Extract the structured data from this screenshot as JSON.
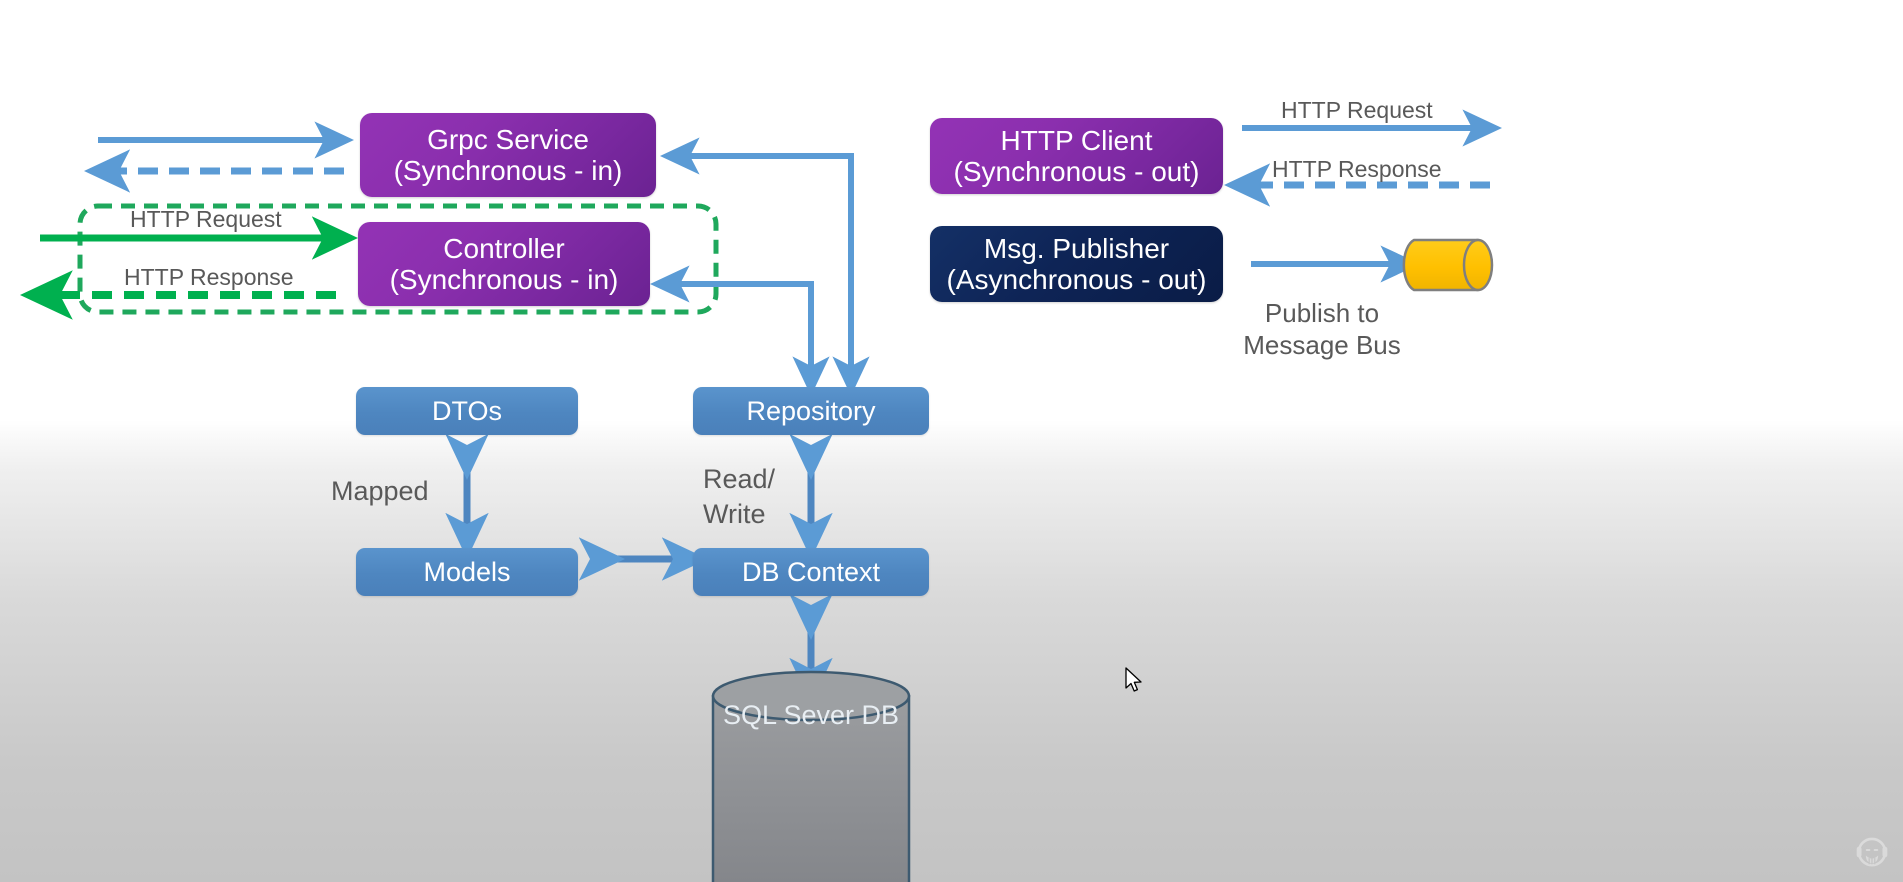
{
  "diagram": {
    "title": "ASP.NET Core service architecture diagram",
    "background": {
      "top_color": "#ffffff",
      "bottom_color": "#c3c3c3"
    },
    "palette": {
      "purple": "#7a28a0",
      "navy": "#0e2456",
      "blue": "#4e86c0",
      "arrow_blue": "#5b9bd5",
      "green": "#00b04f",
      "gold": "#ffc000",
      "db_gray": "#8f9194",
      "label_gray": "#595959"
    },
    "nodes": [
      {
        "id": "grpc-service",
        "line1": "Grpc Service",
        "line2": "(Synchronous - in)",
        "color": "purple"
      },
      {
        "id": "controller",
        "line1": "Controller",
        "line2": "(Synchronous - in)",
        "color": "purple"
      },
      {
        "id": "http-client",
        "line1": "HTTP Client",
        "line2": "(Synchronous - out)",
        "color": "purple"
      },
      {
        "id": "msg-publisher",
        "line1": "Msg. Publisher",
        "line2": "(Asynchronous - out)",
        "color": "navy"
      },
      {
        "id": "dtos",
        "line1": "DTOs",
        "line2": "",
        "color": "blue"
      },
      {
        "id": "repository",
        "line1": "Repository",
        "line2": "",
        "color": "blue"
      },
      {
        "id": "models",
        "line1": "Models",
        "line2": "",
        "color": "blue"
      },
      {
        "id": "db-context",
        "line1": "DB Context",
        "line2": "",
        "color": "blue"
      },
      {
        "id": "sql-db",
        "line1": "SQL Sever DB",
        "line2": "",
        "color": "db_gray"
      }
    ],
    "edge_labels": {
      "left_http_request": "HTTP Request",
      "left_http_response": "HTTP Response",
      "right_http_request": "HTTP Request",
      "right_http_response": "HTTP Response",
      "publish_to_message_bus_l1": "Publish to",
      "publish_to_message_bus_l2": "Message Bus",
      "mapped": "Mapped",
      "read_write_l1": "Read/",
      "read_write_l2": "Write"
    },
    "icons": {
      "message_bus": "message-bus-cylinder-icon",
      "database": "database-cylinder-icon",
      "cursor": "mouse-pointer-icon",
      "watermark": "channel-watermark-icon"
    }
  }
}
